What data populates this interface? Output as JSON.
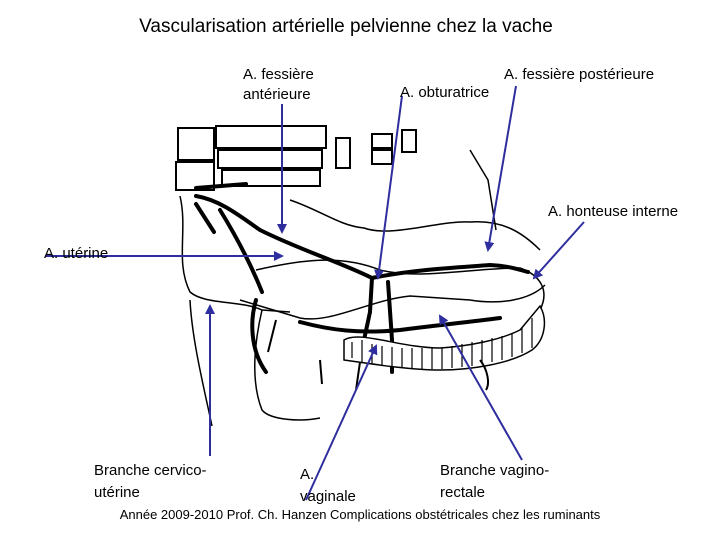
{
  "title": "Vascularisation artérielle pelvienne chez la vache",
  "labels": {
    "fessiere_anterieure_1": "A. fessière",
    "fessiere_anterieure_2": "antérieure",
    "obturatrice": "A. obturatrice",
    "fessiere_posterieure": "A. fessière postérieure",
    "honteuse_interne": "A. honteuse interne",
    "uterine": "A. utérine",
    "cervico_uterine_1": "Branche cervico-",
    "cervico_uterine_2": "utérine",
    "vaginale_1": "A.",
    "vaginale_2": "vaginale",
    "vagino_rectale_1": "Branche vagino-",
    "vagino_rectale_2": "rectale"
  },
  "footer": "Année 2009-2010 Prof. Ch. Hanzen Complications obstétricales chez les ruminants",
  "colors": {
    "arrow": "#2e2e9e",
    "drawing": "#000000"
  }
}
